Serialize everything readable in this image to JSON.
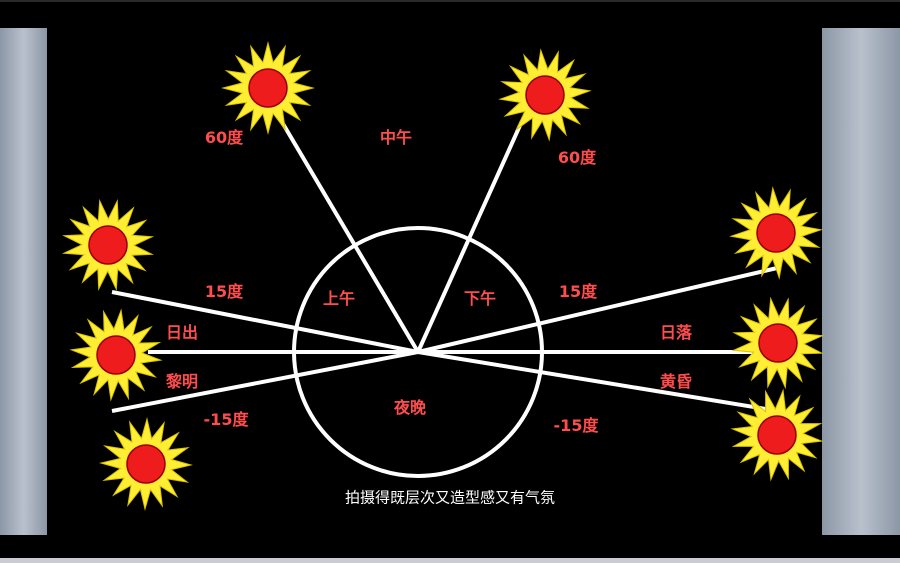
{
  "labels": {
    "noon": "中午",
    "morning": "上午",
    "afternoon": "下午",
    "night": "夜晚",
    "sunrise": "日出",
    "dawn": "黎明",
    "sunset": "日落",
    "dusk": "黄昏",
    "deg60_left": "60度",
    "deg60_right": "60度",
    "deg15_left": "15度",
    "deg15_right": "15度",
    "degm15_left": "-15度",
    "degm15_right": "-15度"
  },
  "caption": "拍摄得既层次又造型感又有气氛",
  "colors": {
    "background": "#000000",
    "sun_ray": "#ffee33",
    "sun_core": "#ee1c1c",
    "line": "#ffffff",
    "label": "#ff4d4d"
  }
}
